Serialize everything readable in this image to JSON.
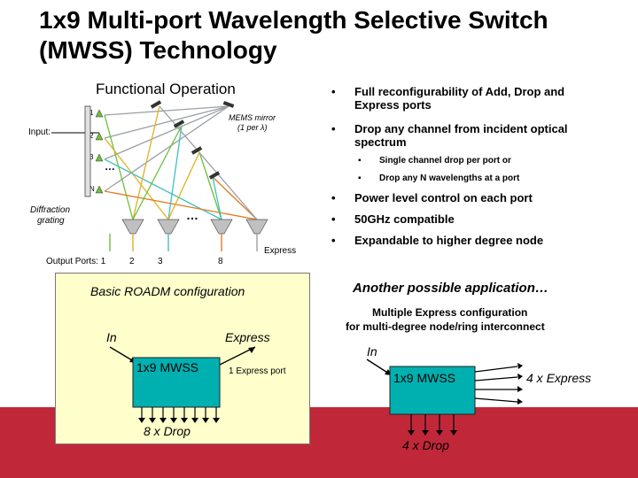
{
  "title": {
    "line1": "1x9 Multi-port Wavelength Selective Switch",
    "line2": "(MWSS) Technology"
  },
  "diagram": {
    "heading": "Functional Operation",
    "input_label": "Input:",
    "mems_label_1": "MEMS mirror",
    "mems_label_2": "(1 per λ)",
    "grating_label_1": "Diffraction",
    "grating_label_2": "grating",
    "output_ports_label": "Output Ports: 1",
    "port_2": "2",
    "port_3": "3",
    "port_8": "8",
    "express_label": "Express",
    "lambda_labels": [
      "λ1",
      "λ2",
      "λ3",
      "λN"
    ],
    "ellipsis": "…"
  },
  "bullets": {
    "b1": "Full reconfigurability of Add, Drop and Express ports",
    "b2": "Drop any channel from incident optical spectrum",
    "s1": "Single channel drop per port or",
    "s2": "Drop any N wavelengths at a port",
    "b3": "Power level control on each port",
    "b4": "50GHz compatible",
    "b5": "Expandable to higher degree node",
    "bullet_char": "•",
    "sub_bullet_char": "▪"
  },
  "basic": {
    "title": "Basic ROADM configuration",
    "in_label": "In",
    "express_label": "Express",
    "mwss_label": "1x9 MWSS",
    "port_label": "1 Express port",
    "drop_label": "8 x Drop"
  },
  "another": {
    "title": "Another possible application…",
    "subtitle_1": "Multiple Express configuration",
    "subtitle_2": "for multi-degree node/ring interconnect",
    "in_label": "In",
    "mwss_label": "1x9 MWSS",
    "express_label": "4 x Express",
    "drop_label": "4 x Drop"
  },
  "colors": {
    "accent_bar": "#c0283a",
    "teal_box": "#00b0b0",
    "yellow_box": "#ffffcc",
    "beam_gray": "#9aa0a6",
    "beam_green": "#6cbf3a",
    "beam_yellow": "#e0b020",
    "beam_teal": "#40c0c0",
    "beam_orange": "#e07a20"
  }
}
